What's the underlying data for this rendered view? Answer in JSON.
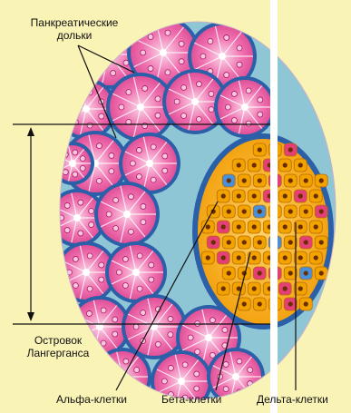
{
  "labels": {
    "pancreatic_lobules_line1": "Панкреатические",
    "pancreatic_lobules_line2": "дольки",
    "islet_line1": "Островок",
    "islet_line2": "Лангерганса",
    "alpha_cells": "Альфа-клетки",
    "beta_cells": "Бета-клетки",
    "delta_cells": "Дельта-клетки"
  },
  "colors": {
    "background": "#faf3b6",
    "acinar_cell": "#e94d9b",
    "acinar_light": "#f7a8d0",
    "septum": "#2b5fa8",
    "beta_cell": "#f2a300",
    "alpha_cell": "#e43f77",
    "delta_cell": "#4a90d9",
    "line": "#111111"
  }
}
